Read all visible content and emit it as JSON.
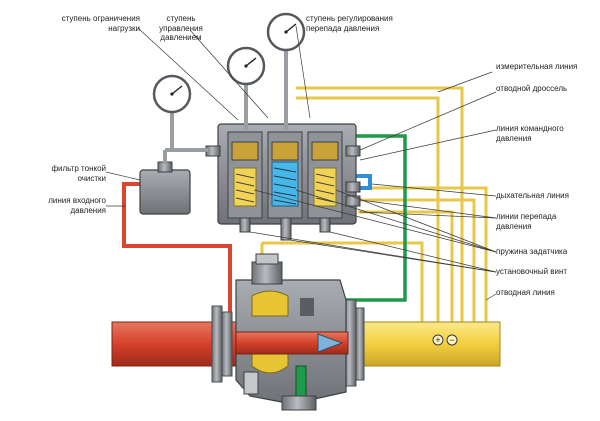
{
  "labels": {
    "load_limit_stage": "ступень ограничения\nнагрузки",
    "pressure_control_stage": "ступень\nуправления\nдавлением",
    "diff_pressure_stage": "ступень регулирования\nперепада давления",
    "fine_filter": "фильтр тонкой\nочистки",
    "inlet_pressure_line": "линия входного\nдавления",
    "measuring_line": "измерительная линия",
    "outlet_throttle": "отводной дроссель",
    "command_pressure_line": "линия командного\nдавления",
    "breathing_line": "дыхательная линия",
    "diff_pressure_lines": "линии перепада\nдавления",
    "setpoint_spring": "пружина задатчика",
    "adjusting_screw": "установочный винт",
    "outlet_line": "отводная линия"
  },
  "symbols": {
    "plus": "+",
    "minus": "−"
  },
  "colors": {
    "inlet_red": "#d9452f",
    "outlet_yellow": "#f2d14b",
    "line_yellow": "#e8c84a",
    "command_green": "#1f9a4a",
    "breathing_blue": "#2f8fd8",
    "body_gray": "#8c8f93",
    "leader": "#3a3a3a"
  }
}
